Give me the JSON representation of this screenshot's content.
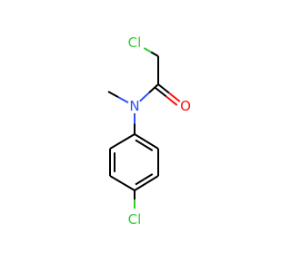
{
  "structure": {
    "atoms": [
      {
        "id": "Cl1",
        "label": "Cl",
        "color": "#33cc33"
      },
      {
        "id": "C1",
        "label": "",
        "color": "#000000"
      },
      {
        "id": "C2",
        "label": "",
        "color": "#000000"
      },
      {
        "id": "O1",
        "label": "O",
        "color": "#ff0d0d"
      },
      {
        "id": "N1",
        "label": "N",
        "color": "#3050f8"
      },
      {
        "id": "C3",
        "label": "",
        "color": "#000000"
      },
      {
        "id": "C4",
        "label": "",
        "color": "#000000"
      },
      {
        "id": "C5",
        "label": "",
        "color": "#000000"
      },
      {
        "id": "C6",
        "label": "",
        "color": "#000000"
      },
      {
        "id": "C7",
        "label": "",
        "color": "#000000"
      },
      {
        "id": "C8",
        "label": "",
        "color": "#000000"
      },
      {
        "id": "C9",
        "label": "",
        "color": "#000000"
      },
      {
        "id": "Cl2",
        "label": "Cl",
        "color": "#33cc33"
      }
    ],
    "bonds": [
      {
        "from": "Cl1",
        "to": "C1",
        "order": 1
      },
      {
        "from": "C1",
        "to": "C2",
        "order": 1
      },
      {
        "from": "C2",
        "to": "O1",
        "order": 2
      },
      {
        "from": "C2",
        "to": "N1",
        "order": 1
      },
      {
        "from": "N1",
        "to": "C3",
        "order": 1
      },
      {
        "from": "N1",
        "to": "C4",
        "order": 1
      },
      {
        "from": "C4",
        "to": "C5",
        "order": 2
      },
      {
        "from": "C5",
        "to": "C6",
        "order": 1
      },
      {
        "from": "C6",
        "to": "C7",
        "order": 2
      },
      {
        "from": "C7",
        "to": "C8",
        "order": 1
      },
      {
        "from": "C8",
        "to": "C9",
        "order": 2
      },
      {
        "from": "C9",
        "to": "C4",
        "order": 1
      },
      {
        "from": "C7",
        "to": "Cl2",
        "order": 1
      }
    ]
  }
}
